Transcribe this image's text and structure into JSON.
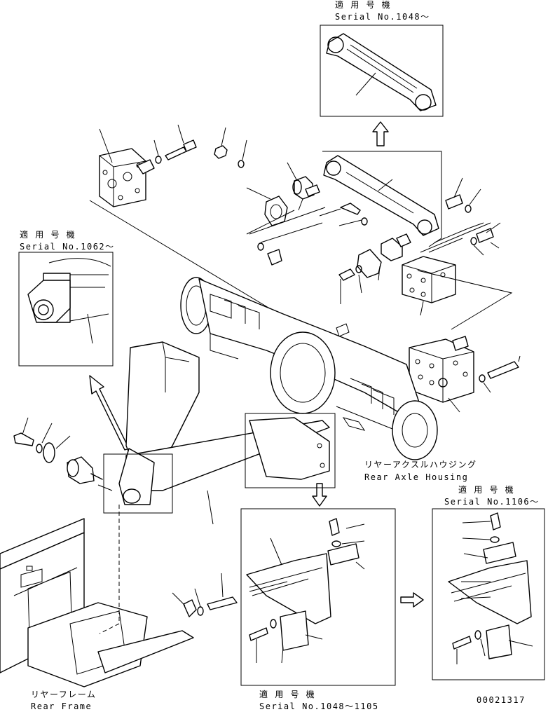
{
  "labels": {
    "serial_1048_plus": {
      "jp": "適 用 号 機",
      "en": "Serial No.1048～"
    },
    "serial_1062_plus": {
      "jp": "適 用 号 機",
      "en": "Serial No.1062～"
    },
    "serial_1106_plus": {
      "jp": "適 用 号 機",
      "en": "Serial No.1106～"
    },
    "serial_1048_1105": {
      "jp": "適 用 号 機",
      "en": "Serial No.1048～1105"
    },
    "rear_axle_housing": {
      "jp": "リヤーアクスルハウジング",
      "en": "Rear Axle Housing"
    },
    "rear_frame": {
      "jp": "リヤーフレーム",
      "en": "Rear Frame"
    },
    "drawing_number": "00021317"
  }
}
